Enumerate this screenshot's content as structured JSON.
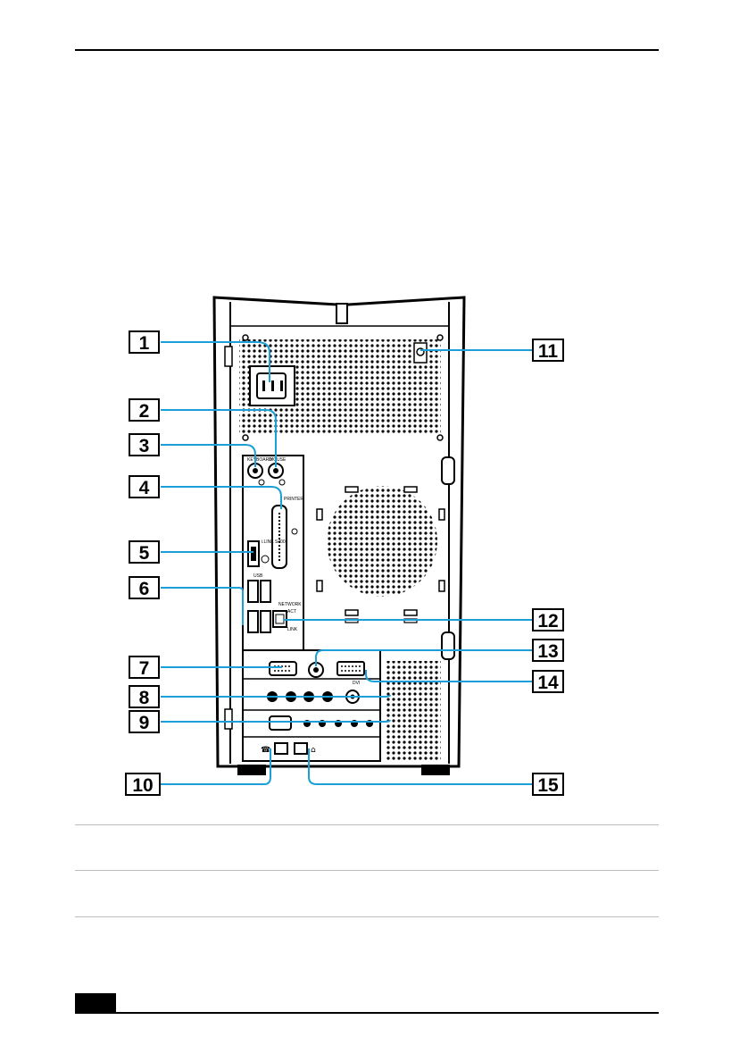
{
  "figure": {
    "callouts": [
      "1",
      "2",
      "3",
      "4",
      "5",
      "6",
      "7",
      "8",
      "9",
      "10",
      "11",
      "12",
      "13",
      "14",
      "15"
    ],
    "panel_labels": {
      "keyboard": "KEYBOARD",
      "mouse": "MOUSE",
      "printer": "PRINTER",
      "ilink": "i.LINK S400",
      "usb": "USB",
      "network": "NETWORK",
      "act": "ACT",
      "link": "LINK",
      "dvi": "DVI"
    },
    "accent_color": "#1a9fd8"
  }
}
